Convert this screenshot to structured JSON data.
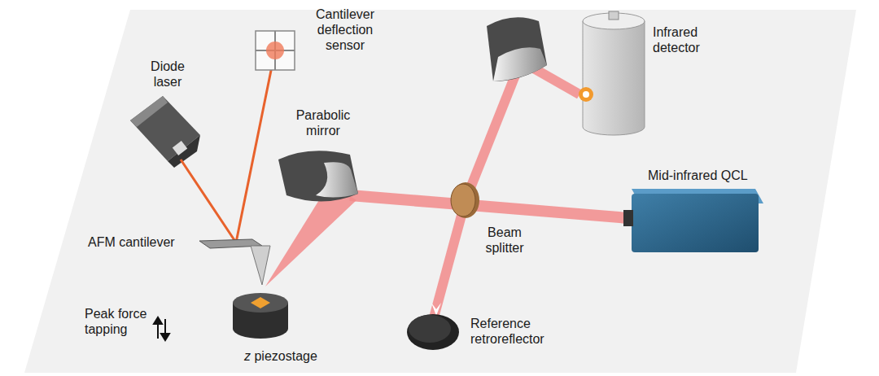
{
  "diagram": {
    "labels": [
      "Cantilever deflection sensor",
      "Diode laser",
      "Infrared detector",
      "Parabolic mirror",
      "Mid-infrared QCL",
      "AFM cantilever",
      "Beam splitter",
      "Peak force tapping",
      "z piezostage",
      "Reference retroreflector"
    ]
  }
}
